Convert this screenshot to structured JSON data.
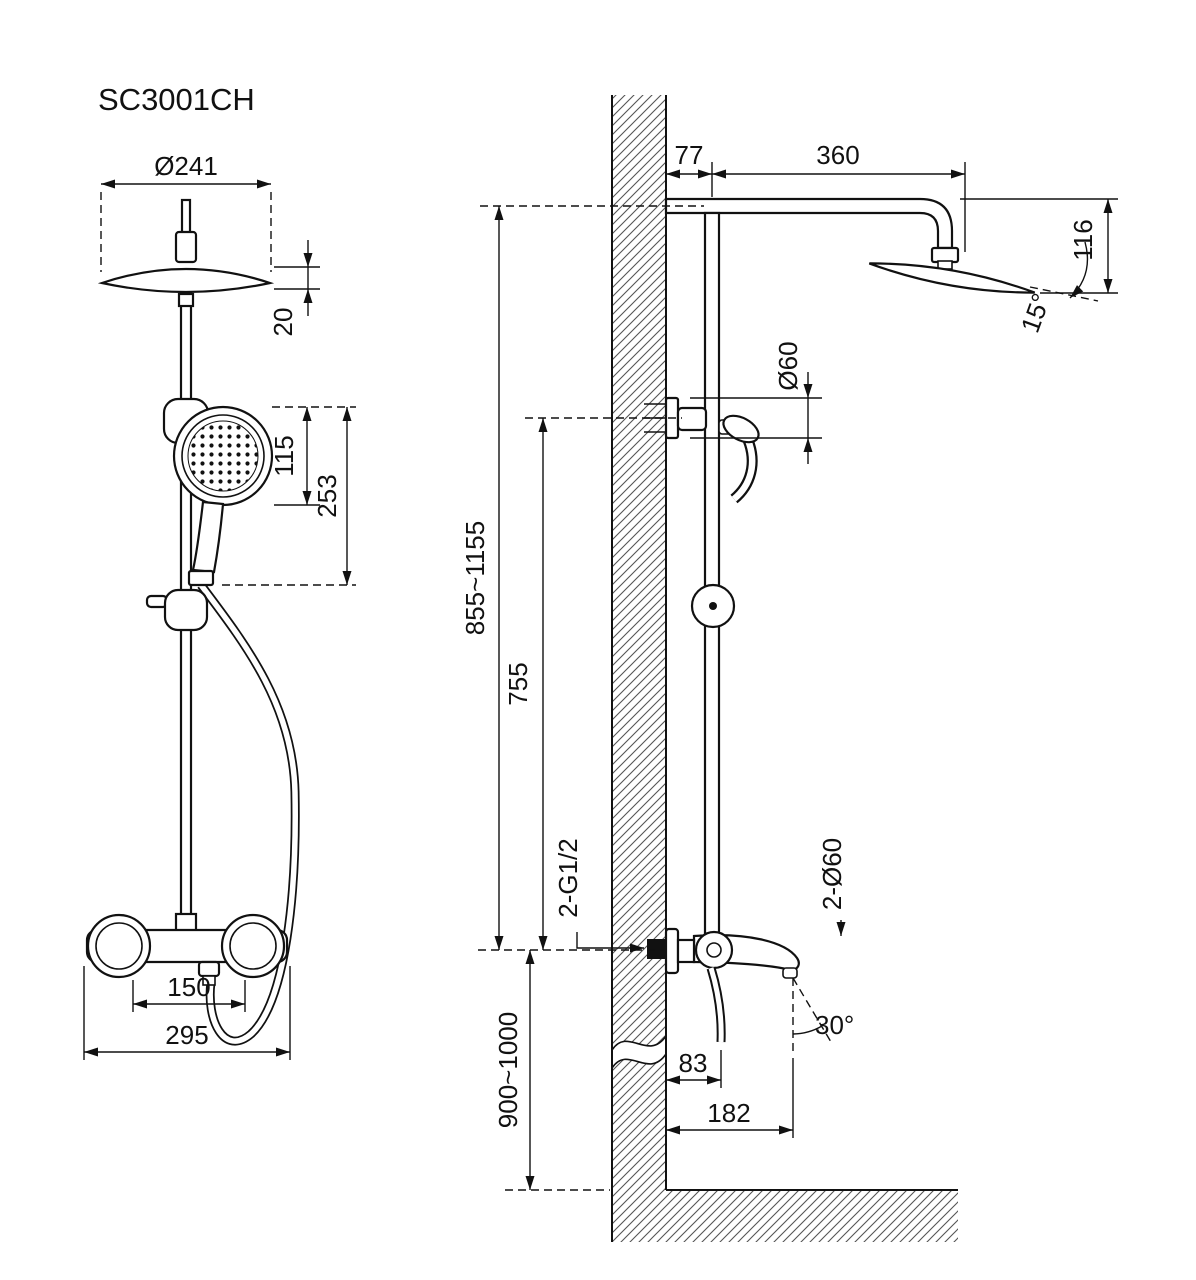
{
  "drawing": {
    "model": "SC3001CH",
    "line_color": "#111111",
    "background": "#ffffff"
  },
  "front": {
    "head_diameter": "Ø241",
    "head_thickness": "20",
    "hand_shower_diameter": "115",
    "hand_shower_length": "253",
    "inlet_spacing": "150",
    "mixer_width": "295"
  },
  "side": {
    "wall_offset": "77",
    "arm_reach": "360",
    "head_drop": "116",
    "head_tilt": "15°",
    "bracket_diameter": "Ø60",
    "riser_height_range": "855~1155",
    "bracket_height": "755",
    "inlet_thread": "2-G1/2",
    "escutcheon_diameter": "2-Ø60",
    "spout_swivel": "30°",
    "handle_offset": "83",
    "spout_reach": "182",
    "mounting_height_range": "900~1000"
  }
}
